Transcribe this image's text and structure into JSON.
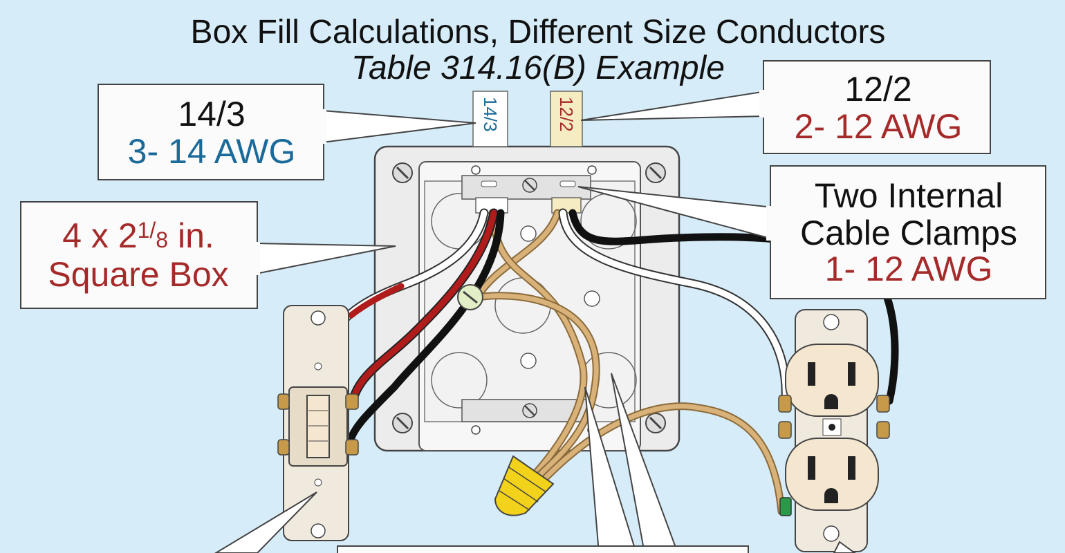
{
  "title": "Box Fill Calculations, Different Size Conductors",
  "subtitle": "Table 314.16(B) Example",
  "cable_tags": {
    "cable_143": "14/3",
    "cable_122": "12/2"
  },
  "callouts": {
    "cable_143": {
      "line1": "14/3",
      "line2": "3- 14 AWG"
    },
    "cable_122": {
      "line1": "12/2",
      "line2": "2- 12 AWG"
    },
    "box": {
      "line1_num": "4 x 2",
      "line1_sup": "1",
      "line1_slash": "/",
      "line1_den": "8",
      "line1_unit": " in.",
      "line2": "Square Box"
    },
    "clamps": {
      "line1": "Two Internal",
      "line2": "Cable Clamps",
      "line3": "1- 12 AWG"
    }
  },
  "colors": {
    "background": "#d6ecf8",
    "awg14_text": "#1a6a9a",
    "awg12_text": "#a52a2a",
    "bare_copper": "#d9b27a",
    "hot_black": "#111111",
    "hot_red": "#b01c1c",
    "neutral_white": "#ffffff",
    "wire_nut": "#f2d21a",
    "device_ivory": "#f5e6cf"
  }
}
